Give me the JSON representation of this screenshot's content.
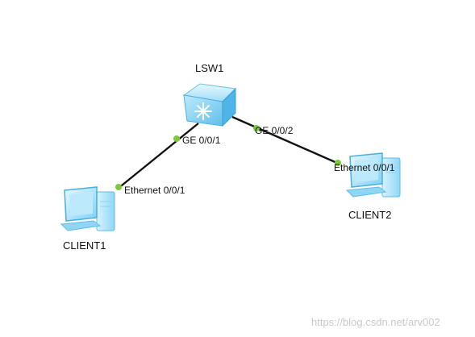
{
  "devices": {
    "switch": {
      "name": "LSW1",
      "icon": "switch-icon"
    },
    "client1": {
      "name": "CLIENT1",
      "icon": "pc-icon"
    },
    "client2": {
      "name": "CLIENT2",
      "icon": "pc-icon"
    }
  },
  "links": [
    {
      "from": "switch",
      "from_port": "GE 0/0/1",
      "to": "client1",
      "to_port": "Ethernet 0/0/1"
    },
    {
      "from": "switch",
      "from_port": "GE 0/0/2",
      "to": "client2",
      "to_port": "Ethernet 0/0/1"
    }
  ],
  "colors": {
    "link": "#111111",
    "port_dot": "#7ec83c",
    "device_light": "#cfefff",
    "device_mid": "#6cc8f2",
    "device_dark": "#2a9bd6"
  },
  "watermark": "https://blog.csdn.net/arv002"
}
